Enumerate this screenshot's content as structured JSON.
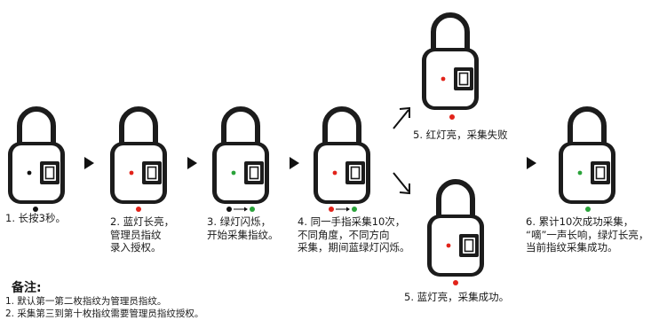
{
  "colors": {
    "red": "#e2231a",
    "green": "#2aa33a",
    "black": "#111111",
    "lock_body": "#1c1c1c",
    "lock_face": "#ffffff"
  },
  "steps": [
    {
      "lines": [
        "1. 长按3秒。"
      ]
    },
    {
      "lines": [
        "2. 蓝灯长亮，",
        "管理员指纹",
        "录入授权。"
      ]
    },
    {
      "lines": [
        "3. 绿灯闪烁，",
        "开始采集指纹。"
      ]
    },
    {
      "lines": [
        "4. 同一手指采集10次，",
        "不同角度，不同方向",
        "采集，期间蓝绿灯闪烁。"
      ]
    },
    {
      "lines": [
        "5. 红灯亮，采集失败"
      ]
    },
    {
      "lines": [
        "5. 蓝灯亮，采集成功。"
      ]
    },
    {
      "lines": [
        "6. 累计10次成功采集，",
        "“嘀”一声长响，绿灯长亮，",
        "当前指纹采集成功。"
      ]
    }
  ],
  "notes": {
    "title": "备注:",
    "items": [
      "1. 默认第一第二枚指纹为管理员指纹。",
      "2. 采集第三到第十枚指纹需要管理员指纹授权。"
    ]
  }
}
